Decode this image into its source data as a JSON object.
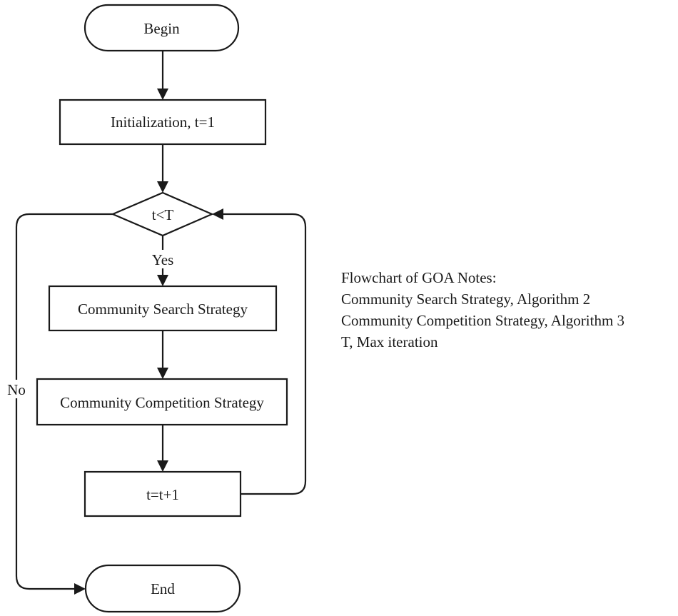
{
  "flowchart": {
    "nodes": {
      "begin": "Begin",
      "init": "Initialization, t=1",
      "condition": "t<T",
      "search": "Community Search Strategy",
      "competition": "Community Competition Strategy",
      "increment": "t=t+1",
      "end": "End"
    },
    "edges": {
      "yes": "Yes",
      "no": "No"
    }
  },
  "notes": {
    "title": "Flowchart of GOA Notes:",
    "lines": [
      "Community Search Strategy, Algorithm 2",
      "Community Competition Strategy, Algorithm 3",
      "T, Max iteration"
    ]
  }
}
